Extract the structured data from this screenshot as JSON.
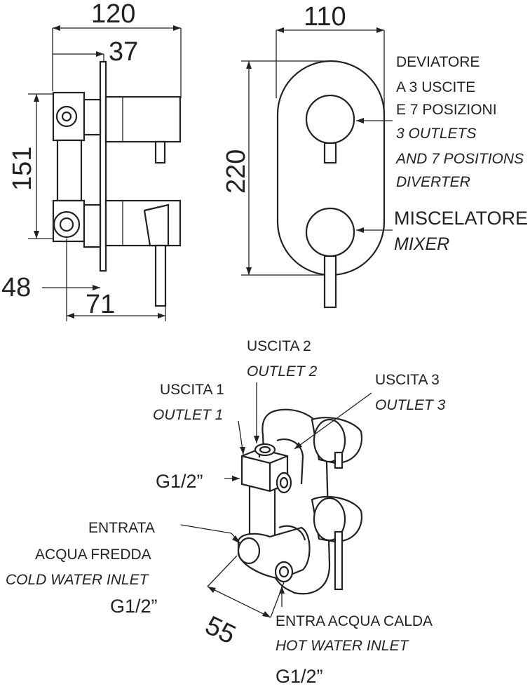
{
  "dimensions": {
    "overall_depth": "120",
    "plate_to_body": "37",
    "inlet_spacing": "151",
    "lower_offset": "48",
    "inlet_depth": "71",
    "plate_width": "110",
    "plate_height": "220",
    "iso_spacing": "55"
  },
  "labels": {
    "diverter_it_1": "DEVIATORE",
    "diverter_it_2": "A 3 USCITE",
    "diverter_it_3": "E 7 POSIZIONI",
    "diverter_en_1": "3 OUTLETS",
    "diverter_en_2": "AND 7 POSITIONS",
    "diverter_en_3": "DIVERTER",
    "mixer_it": "MISCELATORE",
    "mixer_en": "MIXER",
    "outlet2_it": "USCITA 2",
    "outlet2_en": "OUTLET 2",
    "outlet1_it": "USCITA 1",
    "outlet1_en": "OUTLET 1",
    "outlet3_it": "USCITA 3",
    "outlet3_en": "OUTLET 3",
    "thread_top": "G1/2”",
    "cold_it_1": "ENTRATA",
    "cold_it_2": "ACQUA FREDDA",
    "cold_en": "COLD WATER INLET",
    "thread_cold": "G1/2”",
    "hot_it": "ENTRA ACQUA CALDA",
    "hot_en": "HOT WATER INLET",
    "thread_hot": "G1/2”"
  }
}
